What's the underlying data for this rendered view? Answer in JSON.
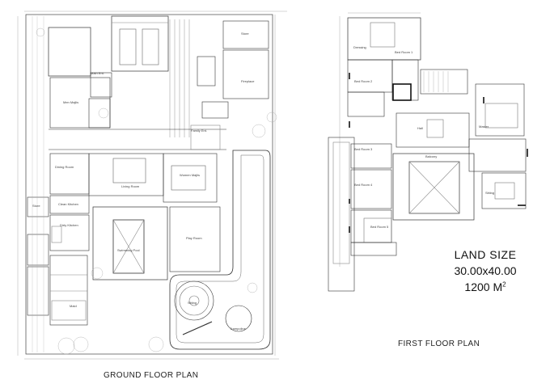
{
  "captions": {
    "ground_floor": "GROUND FLOOR PLAN",
    "first_floor": "FIRST FLOOR PLAN"
  },
  "land": {
    "title": "LAND SIZE",
    "dimensions": "30.00x40.00",
    "area": "1200 M",
    "area_exponent": "2"
  },
  "ground_floor_rooms": {
    "store": "Store",
    "fireplace": "Fireplace",
    "main_ent": "Main Ent.",
    "men_majlis": "Men Majlis",
    "family_ent": "Family Ent.",
    "dining_room": "Dining Room",
    "living_room": "Living Room",
    "women_majlis": "Women Majlis",
    "clean_kitchen": "Clean Kitchen",
    "dirty_kitchen": "Dirty Kitchen",
    "swimming_pool": "Swimming Pool",
    "play_room": "Play Room",
    "maid": "Maid",
    "sitting": "Sitting",
    "trampoline": "Trampoline",
    "store_2": "Store"
  },
  "first_floor_rooms": {
    "bed_room_1": "Bed Room 1",
    "bed_room_2": "Bed Room 2",
    "bed_room_3": "Bed Room 3",
    "bed_room_4": "Bed Room 4",
    "bed_room_5": "Bed Room 5",
    "dressing": "Dressing",
    "hall": "Hall",
    "balcony": "Balcony",
    "master": "Master",
    "sitting": "Sitting"
  }
}
